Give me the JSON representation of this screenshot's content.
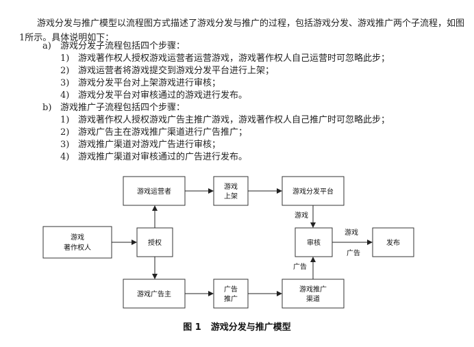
{
  "intro": "游戏分发与推广模型以流程图方式描述了游戏分发与推广的过程，包括游戏分发、游戏推广两个子流程，如图1所示。具体说明如下：",
  "sections": [
    {
      "label": "a)",
      "text": "游戏分发子流程包括四个步骤：",
      "steps": [
        {
          "label": "1)",
          "text": "游戏著作权人授权游戏运营者运营游戏，游戏著作权人自己运营时可忽略此步；"
        },
        {
          "label": "2)",
          "text": "游戏运营者将游戏提交到游戏分发平台进行上架；"
        },
        {
          "label": "3)",
          "text": "游戏分发平台对上架游戏进行审核；"
        },
        {
          "label": "4)",
          "text": "游戏分发平台对审核通过的游戏进行发布。"
        }
      ]
    },
    {
      "label": "b)",
      "text": "游戏推广子流程包括四个步骤：",
      "steps": [
        {
          "label": "1)",
          "text": "游戏著作权人授权游戏广告主推广游戏，游戏著作权人自己推广时可忽略此步；"
        },
        {
          "label": "2)",
          "text": "游戏广告主在游戏推广渠道进行广告推广；"
        },
        {
          "label": "3)",
          "text": "游戏推广渠道对游戏广告进行审核；"
        },
        {
          "label": "4)",
          "text": "游戏推广渠道对审核通过的广告进行发布。"
        }
      ]
    }
  ],
  "diagram": {
    "nodes": {
      "copyright_holder": [
        "游戏",
        "著作权人"
      ],
      "operator": [
        "游戏运营者"
      ],
      "game_listing": [
        "游戏",
        "上架"
      ],
      "distribution_platform": [
        "游戏分发平台"
      ],
      "authorize": [
        "授权"
      ],
      "review": [
        "审核"
      ],
      "publish": [
        "发布"
      ],
      "advertiser": [
        "游戏广告主"
      ],
      "ad_promotion": [
        "广告",
        "推广"
      ],
      "promotion_channel": [
        "游戏推广",
        "渠道"
      ]
    },
    "edge_labels": {
      "game": "游戏",
      "game_ad": [
        "游戏",
        "广告"
      ],
      "ad": "广告"
    }
  },
  "caption": {
    "number": "图 1",
    "title": "游戏分发与推广模型"
  }
}
